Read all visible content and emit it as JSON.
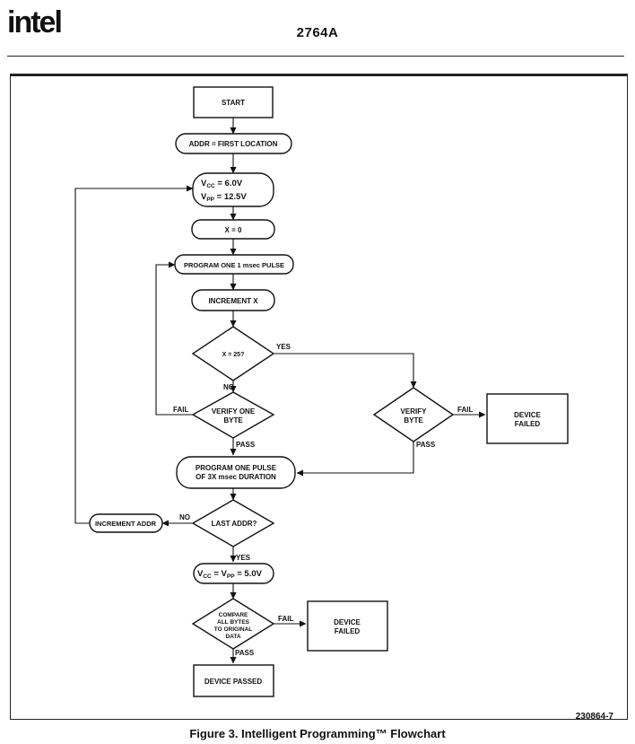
{
  "header": {
    "logo_text": "intel",
    "doc_number": "2764A"
  },
  "figure": {
    "ref_number": "230864-7",
    "caption": "Figure 3. Intelligent Programming™ Flowchart"
  },
  "flowchart": {
    "start": "START",
    "addr_first": "ADDR = FIRST LOCATION",
    "vcc_main": "V",
    "vcc_sub": "CC",
    "vcc_val": " = 6.0V",
    "vpp_main": "V",
    "vpp_sub": "PP",
    "vpp_val": " = 12.5V",
    "x_zero": "X = 0",
    "program_pulse": "PROGRAM ONE 1 msec PULSE",
    "increment_x": "INCREMENT X",
    "x_check": "X = 25?",
    "label_yes_1": "YES",
    "label_no_1": "NO",
    "verify_one_line1": "VERIFY ONE",
    "verify_one_line2": "BYTE",
    "label_fail_1": "FAIL",
    "label_pass_1": "PASS",
    "verify_byte_line1": "VERIFY",
    "verify_byte_line2": "BYTE",
    "label_fail_2": "FAIL",
    "label_pass_2": "PASS",
    "device_failed_1_line1": "DEVICE",
    "device_failed_1_line2": "FAILED",
    "program_3x_line1": "PROGRAM ONE PULSE",
    "program_3x_line2": "OF 3X msec DURATION",
    "last_addr": "LAST ADDR?",
    "label_no_2": "NO",
    "increment_addr": "INCREMENT ADDR",
    "label_yes_2": "YES",
    "final_vcc_main": "V",
    "final_vcc_sub": "CC",
    "final_mid": " = V",
    "final_vpp_sub": "PP",
    "final_val": " = 5.0V",
    "compare_line1": "COMPARE",
    "compare_line2": "ALL BYTES",
    "compare_line3": "TO ORIGINAL",
    "compare_line4": "DATA",
    "label_fail_3": "FAIL",
    "label_pass_3": "PASS",
    "device_failed_2_line1": "DEVICE",
    "device_failed_2_line2": "FAILED",
    "device_passed": "DEVICE PASSED"
  }
}
